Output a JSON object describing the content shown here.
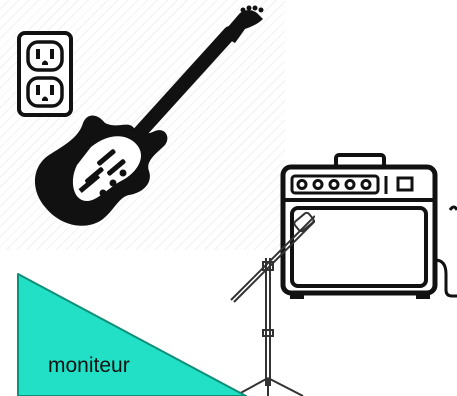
{
  "scene": {
    "items": [
      {
        "id": "outlet",
        "name": "power-outlet-icon"
      },
      {
        "id": "guitar",
        "name": "electric-guitar-icon"
      },
      {
        "id": "amp",
        "name": "guitar-amplifier-icon"
      },
      {
        "id": "mic",
        "name": "microphone-stand-icon"
      }
    ],
    "monitor_label": "moniteur",
    "colors": {
      "monitor_fill": "#22e0c6",
      "monitor_stroke": "#0e8f78",
      "ink": "#111111",
      "hatch": "#f1f1f1"
    }
  }
}
